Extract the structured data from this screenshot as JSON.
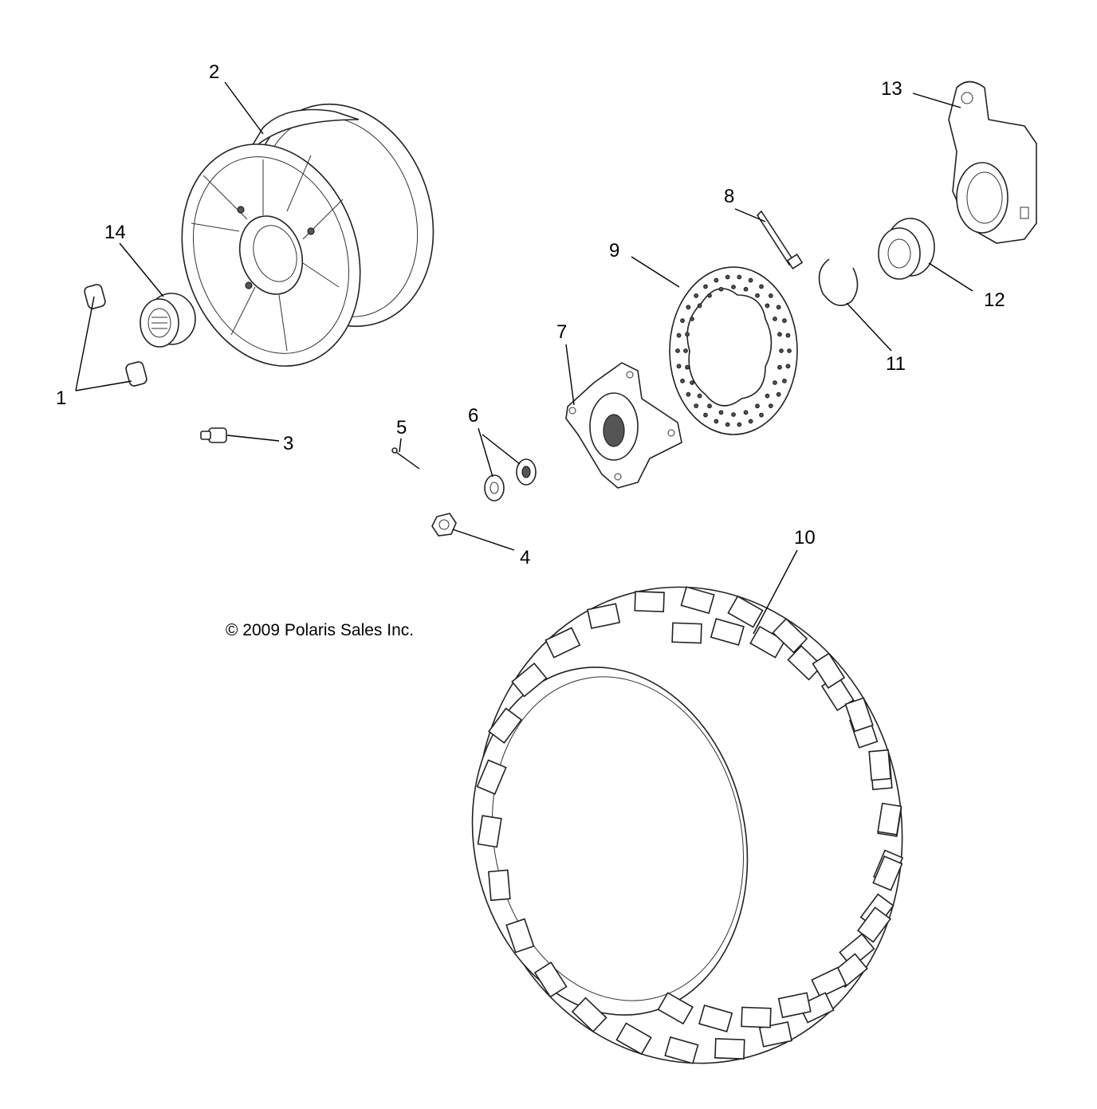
{
  "diagram": {
    "copyright": "© 2009 Polaris Sales Inc.",
    "callouts": [
      {
        "id": "1",
        "label": "1"
      },
      {
        "id": "2",
        "label": "2"
      },
      {
        "id": "3",
        "label": "3"
      },
      {
        "id": "4",
        "label": "4"
      },
      {
        "id": "5",
        "label": "5"
      },
      {
        "id": "6",
        "label": "6"
      },
      {
        "id": "7",
        "label": "7"
      },
      {
        "id": "8",
        "label": "8"
      },
      {
        "id": "9",
        "label": "9"
      },
      {
        "id": "10",
        "label": "10"
      },
      {
        "id": "11",
        "label": "11"
      },
      {
        "id": "12",
        "label": "12"
      },
      {
        "id": "13",
        "label": "13"
      },
      {
        "id": "14",
        "label": "14"
      }
    ]
  }
}
